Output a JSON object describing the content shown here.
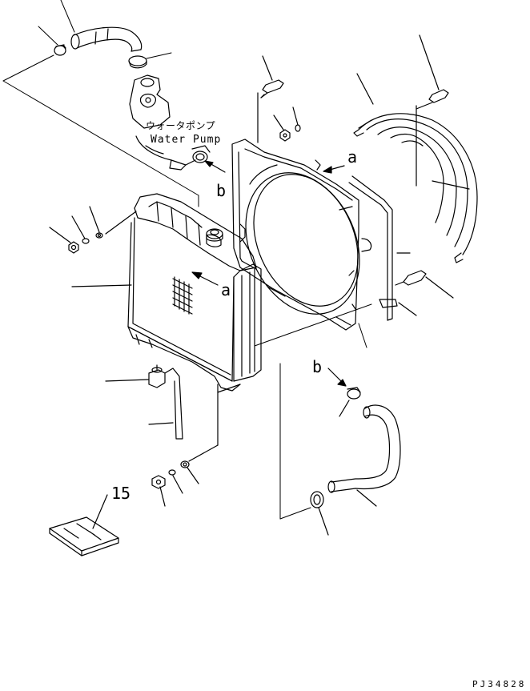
{
  "labels": {
    "water_pump_jp": "ウォータポンプ",
    "water_pump_en": "Water Pump",
    "ref_a_upper": "a",
    "ref_b_upper": "b",
    "ref_a_lower": "a",
    "ref_b_lower": "b",
    "part_number": "15",
    "drawing_code": "PJ34828"
  }
}
